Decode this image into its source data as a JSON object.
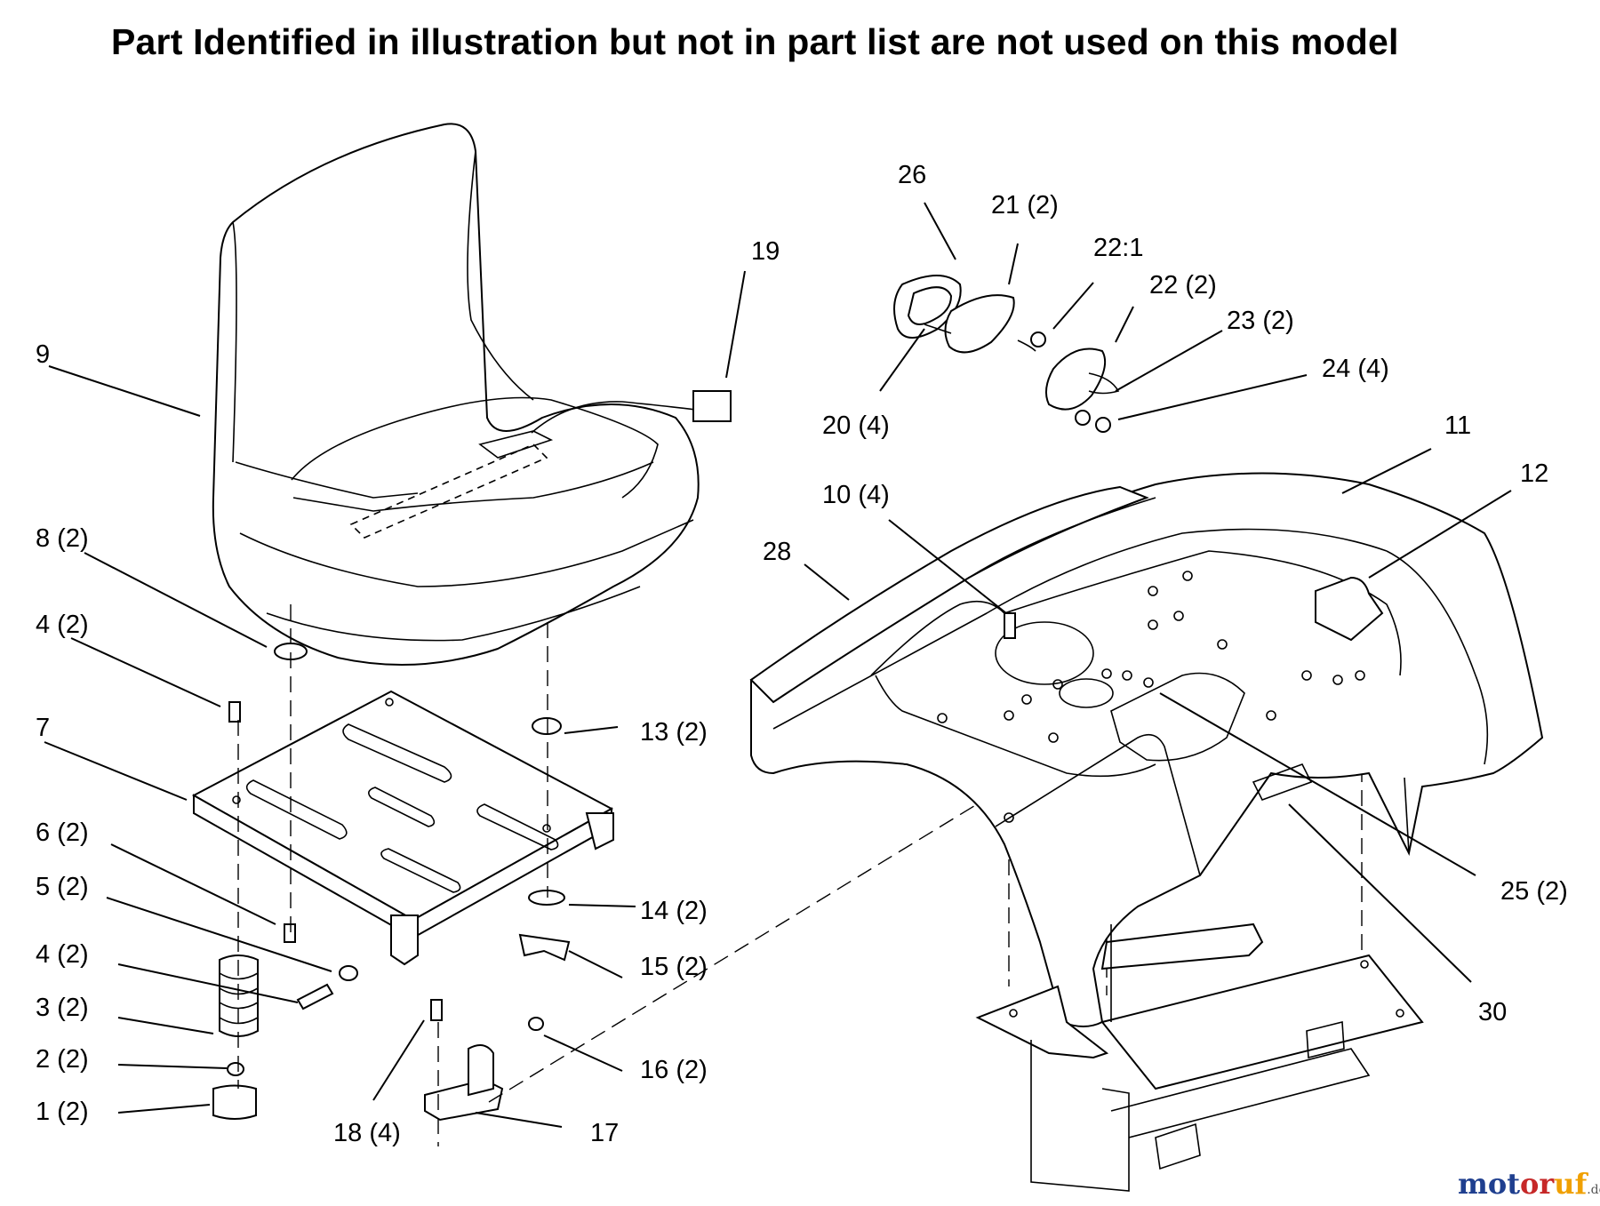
{
  "header": {
    "note": "Part Identified in illustration but not in part list are not used on this model"
  },
  "callouts": [
    {
      "id": "c9",
      "text": "9"
    },
    {
      "id": "c8",
      "text": "8 (2)"
    },
    {
      "id": "c4a",
      "text": "4 (2)"
    },
    {
      "id": "c7",
      "text": "7"
    },
    {
      "id": "c6",
      "text": "6 (2)"
    },
    {
      "id": "c5",
      "text": "5 (2)"
    },
    {
      "id": "c4b",
      "text": "4 (2)"
    },
    {
      "id": "c3",
      "text": "3 (2)"
    },
    {
      "id": "c2",
      "text": "2 (2)"
    },
    {
      "id": "c1",
      "text": "1 (2)"
    },
    {
      "id": "c19",
      "text": "19"
    },
    {
      "id": "c13",
      "text": "13 (2)"
    },
    {
      "id": "c14",
      "text": "14 (2)"
    },
    {
      "id": "c15",
      "text": "15 (2)"
    },
    {
      "id": "c16",
      "text": "16 (2)"
    },
    {
      "id": "c17",
      "text": "17"
    },
    {
      "id": "c18",
      "text": "18 (4)"
    },
    {
      "id": "c26",
      "text": "26"
    },
    {
      "id": "c21",
      "text": "21 (2)"
    },
    {
      "id": "c22a",
      "text": "22:1"
    },
    {
      "id": "c22",
      "text": "22 (2)"
    },
    {
      "id": "c23",
      "text": "23 (2)"
    },
    {
      "id": "c24",
      "text": "24 (4)"
    },
    {
      "id": "c20",
      "text": "20 (4)"
    },
    {
      "id": "c11",
      "text": "11"
    },
    {
      "id": "c12",
      "text": "12"
    },
    {
      "id": "c10",
      "text": "10 (4)"
    },
    {
      "id": "c28",
      "text": "28"
    },
    {
      "id": "c25",
      "text": "25 (2)"
    },
    {
      "id": "c30",
      "text": "30"
    }
  ],
  "watermark": {
    "text_main": "motoruf",
    "text_suffix": ".de",
    "colors": {
      "m": "#1f3f8f",
      "o": "#2e7d32",
      "t": "#1f3f8f",
      "or": "#c62828",
      "uf": "#f0a000"
    }
  }
}
